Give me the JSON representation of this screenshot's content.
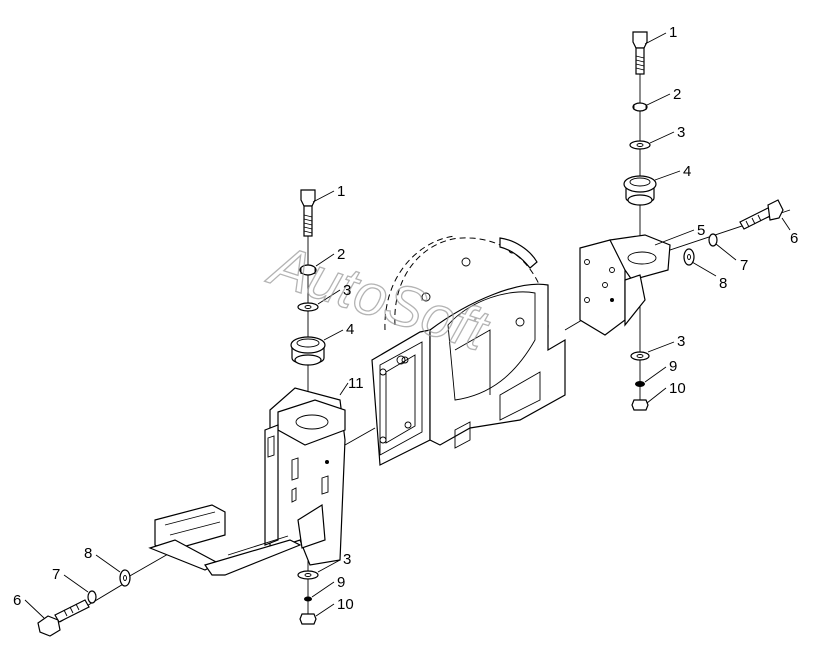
{
  "diagram": {
    "watermark": "AutoSoft",
    "callouts": {
      "right_bolt": "1",
      "right_lock_washer": "2",
      "right_washer_top": "3",
      "right_cushion": "4",
      "right_bracket": "5",
      "right_side_bolt": "6",
      "right_side_lock_washer": "7",
      "right_side_washer": "8",
      "right_washer_bottom": "3",
      "right_lock_washer_bottom": "9",
      "right_nut": "10",
      "left_bolt": "1",
      "left_lock_washer": "2",
      "left_washer_top": "3",
      "left_cushion": "4",
      "left_bracket": "11",
      "left_washer_bottom": "3",
      "left_lock_washer_bottom": "9",
      "left_nut": "10",
      "left_side_washer": "8",
      "left_side_lock_washer": "7",
      "left_side_bolt": "6"
    }
  }
}
